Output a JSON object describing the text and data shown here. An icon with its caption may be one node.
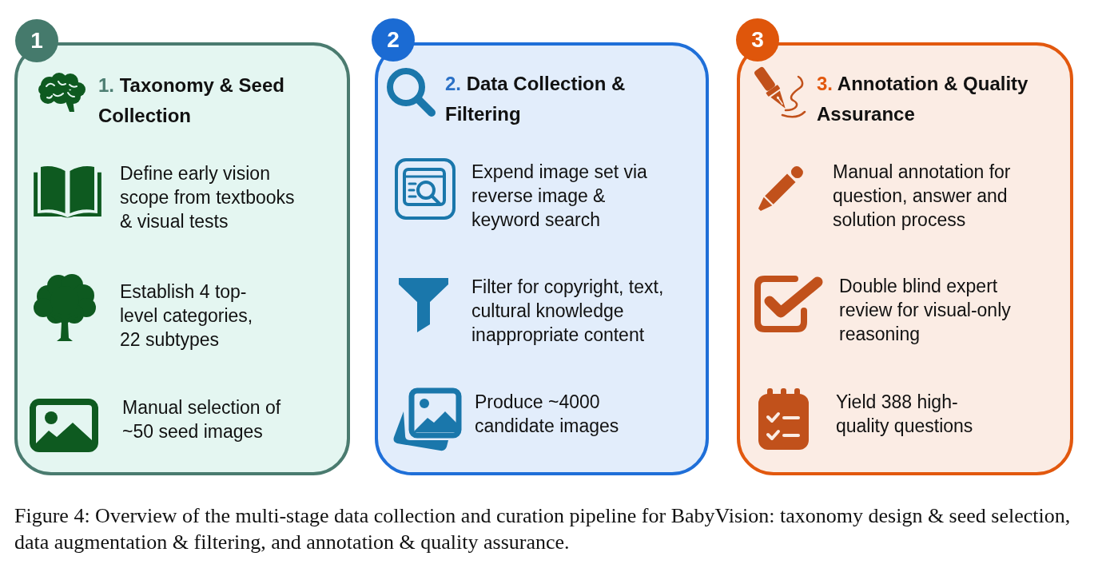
{
  "diagram": {
    "nodes": [
      {
        "text": [
          "1"
        ]
      },
      {
        "text": [
          "1. Taxonomy & Seed Collection",
          "Define early vision scope from textbooks & visual tests",
          "Establish 4 top-level categories, 22 subtypes",
          "Manual selection of ~50 seed images"
        ]
      },
      {
        "text": [
          "2"
        ]
      },
      {
        "text": [
          "2. Data Collection & Filtering",
          "Expend image set via reverse image & keyword search",
          "Filter for copyright, text, cultural knowledge inappropriate content",
          "Produce ~4000 candidate images"
        ]
      },
      {
        "text": [
          "3"
        ]
      },
      {
        "text": [
          "3. Annotation & Quality Assurance",
          "Manual annotation for question, answer and solution process",
          "Double blind expert review for visual-only reasoning",
          "Yield 388 high-quality questions"
        ]
      }
    ],
    "caption": "Figure 4: Overview of the multi-stage data collection and curation pipeline for BabyVision: taxonomy design & seed selection, data augmentation & filtering, and annotation & quality assurance."
  }
}
